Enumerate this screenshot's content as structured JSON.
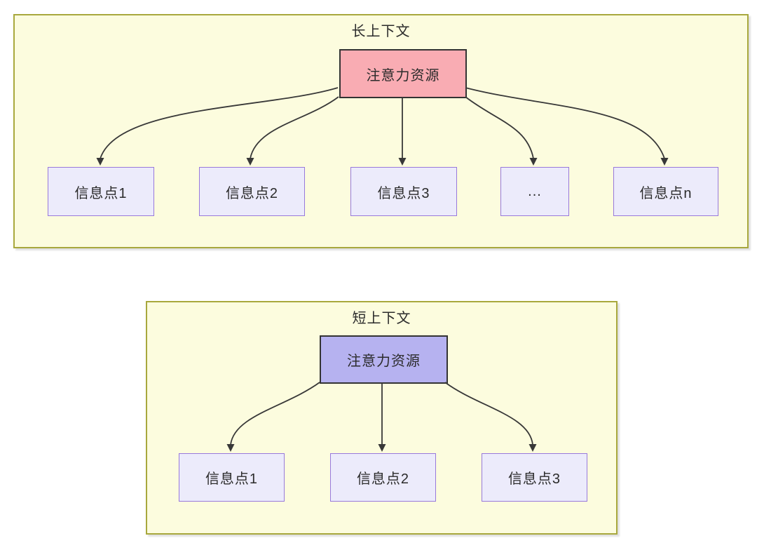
{
  "diagram": {
    "description": "Attention resource allocation: long context vs short context",
    "colors": {
      "panel_fill": "#fcfcde",
      "panel_border": "#a8a83d",
      "source_long_fill": "#f9acb3",
      "source_short_fill": "#b6b2f0",
      "source_border": "#333333",
      "target_fill": "#ecebfb",
      "target_border": "#9879db",
      "edge_line": "#383838",
      "text": "#2b2b2b",
      "page_background": "#ffffff"
    },
    "panels": [
      {
        "id": "long-context",
        "title": "长上下文",
        "source": {
          "label": "注意力资源",
          "fill": "#f9acb3"
        },
        "targets": [
          {
            "label": "信息点1"
          },
          {
            "label": "信息点2"
          },
          {
            "label": "信息点3"
          },
          {
            "label": "..."
          },
          {
            "label": "信息点n"
          }
        ],
        "edge_count": 5
      },
      {
        "id": "short-context",
        "title": "短上下文",
        "source": {
          "label": "注意力资源",
          "fill": "#b6b2f0"
        },
        "targets": [
          {
            "label": "信息点1"
          },
          {
            "label": "信息点2"
          },
          {
            "label": "信息点3"
          }
        ],
        "edge_count": 3
      }
    ]
  }
}
